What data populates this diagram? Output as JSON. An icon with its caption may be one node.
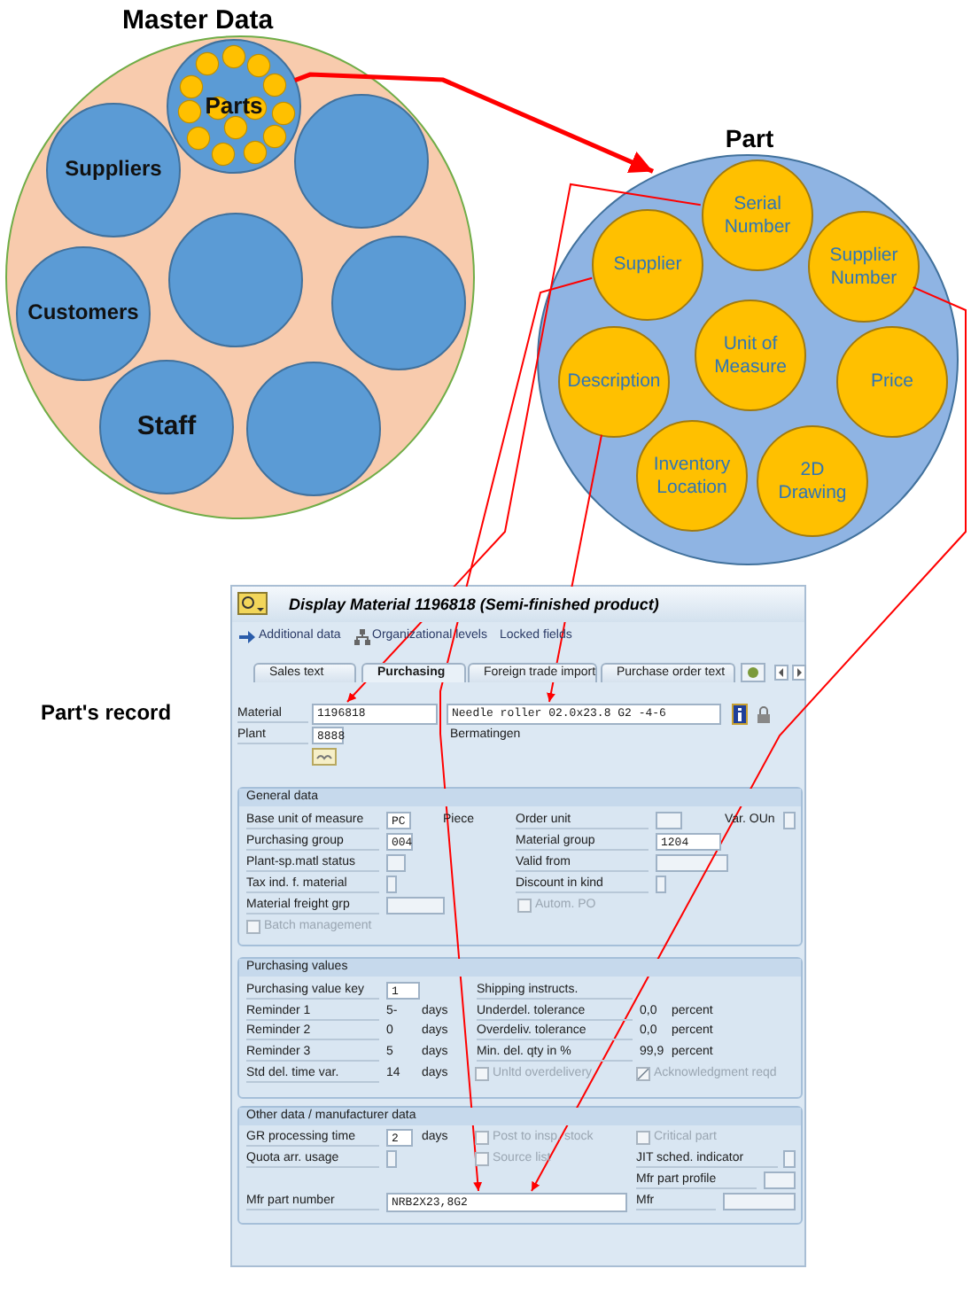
{
  "diagram": {
    "nodes": [
      {
        "text": [
          "Master Data"
        ]
      },
      {
        "text": [
          "Parts"
        ],
        "in": 0
      },
      {
        "text": [
          "Suppliers"
        ],
        "in": 0
      },
      {
        "text": [],
        "shape": "circle",
        "in": 0
      },
      {
        "text": [],
        "shape": "circle",
        "in": 0
      },
      {
        "text": [
          "Customers"
        ],
        "in": 0
      },
      {
        "text": [],
        "shape": "circle",
        "in": 0
      },
      {
        "text": [
          "Staff"
        ],
        "in": 0
      },
      {
        "text": [],
        "shape": "circle",
        "in": 0
      },
      {
        "text": [
          "Part"
        ]
      },
      {
        "text": [
          "Serial Number"
        ],
        "in": 9
      },
      {
        "text": [
          "Supplier"
        ],
        "in": 9
      },
      {
        "text": [
          "Supplier Number"
        ],
        "in": 9
      },
      {
        "text": [
          "Description"
        ],
        "in": 9
      },
      {
        "text": [
          "Unit of Measure"
        ],
        "in": 9
      },
      {
        "text": [
          "Price"
        ],
        "in": 9
      },
      {
        "text": [
          "Inventory Location"
        ],
        "in": 9
      },
      {
        "text": [
          "2D Drawing"
        ],
        "in": 9
      },
      {
        "text": [
          "Display Material 1196818 (Semi-finished product)"
        ],
        "beside": [
          "Part's record"
        ]
      },
      {
        "text": [
          "1196818"
        ],
        "in": 18
      },
      {
        "text": [
          "Needle roller 02.0x23.8 G2 -4-6"
        ],
        "in": 18
      },
      {
        "text": [
          "NRB2X23,8G2"
        ],
        "in": 18
      }
    ],
    "edges": [
      {
        "from": 1,
        "to": 9,
        "arrow": "to",
        "style": "thick"
      },
      {
        "from": 10,
        "to": 19,
        "arrow": "to"
      },
      {
        "from": 13,
        "to": 20,
        "arrow": "to"
      },
      {
        "from": 11,
        "to": 21,
        "arrow": "to"
      },
      {
        "from": 12,
        "to": 21,
        "arrow": "to"
      }
    ],
    "labels": [
      "Additional data",
      "Organizational levels",
      "Locked fields",
      "Sales text",
      "Purchasing",
      "Foreign trade import",
      "Purchase order text",
      "Material",
      "Plant",
      "8888",
      "Bermatingen",
      "General data",
      "Base unit of measure",
      "PC",
      "Piece",
      "Order unit",
      "Var. OUn",
      "Purchasing group",
      "004",
      "Material group",
      "1204",
      "Plant-sp.matl status",
      "Valid from",
      "Tax ind. f. material",
      "Discount in kind",
      "Material freight grp",
      "Autom. PO",
      "Batch management",
      "Purchasing values",
      "Purchasing value key",
      "1",
      "Shipping instructs.",
      "Reminder 1",
      "5-",
      "days",
      "Underdel. tolerance",
      "0,0",
      "percent",
      "Reminder 2",
      "0",
      "days",
      "Overdeliv. tolerance",
      "0,0",
      "percent",
      "Reminder 3",
      "5",
      "days",
      "Min. del. qty in %",
      "99,9",
      "percent",
      "Std del. time var.",
      "14",
      "days",
      "Unltd overdelivery",
      "Acknowledgment reqd",
      "Other data / manufacturer data",
      "GR processing time",
      "2",
      "days",
      "Post to insp. stock",
      "Critical part",
      "Quota arr. usage",
      "Source list",
      "JIT sched. indicator",
      "Mfr part profile",
      "Mfr part number",
      "Mfr"
    ]
  }
}
